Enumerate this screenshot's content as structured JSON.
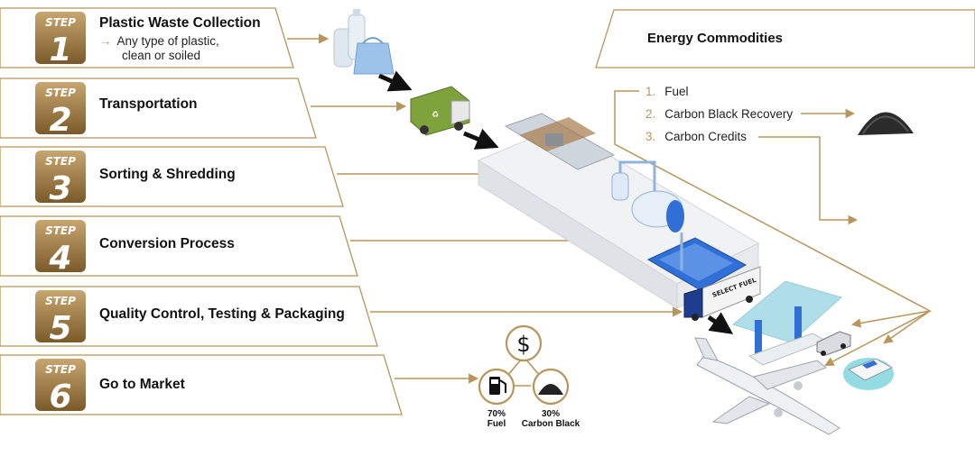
{
  "steps": [
    {
      "word": "STEP",
      "num": "1",
      "title": "Plastic Waste Collection",
      "subtitle_line1": "Any type of plastic,",
      "subtitle_line2": "clean or soiled"
    },
    {
      "word": "STEP",
      "num": "2",
      "title": "Transportation"
    },
    {
      "word": "STEP",
      "num": "3",
      "title": "Sorting & Shredding"
    },
    {
      "word": "STEP",
      "num": "4",
      "title": "Conversion Process"
    },
    {
      "word": "STEP",
      "num": "5",
      "title": "Quality Control, Testing & Packaging"
    },
    {
      "word": "STEP",
      "num": "6",
      "title": "Go to Market"
    }
  ],
  "energy": {
    "title": "Energy Commodities",
    "items": [
      {
        "num": "1.",
        "label": "Fuel"
      },
      {
        "num": "2.",
        "label": "Carbon Black Recovery"
      },
      {
        "num": "3.",
        "label": "Carbon Credits"
      }
    ]
  },
  "market": {
    "fuel_pct": "70%",
    "fuel_label": "Fuel",
    "carbon_pct": "30%",
    "carbon_label": "Carbon Black"
  },
  "truck_brand": "SELECT FUEL",
  "icons": [
    "recycle-bottles-icon",
    "garbage-truck-icon",
    "factory-icon",
    "fuel-tanker-icon",
    "gas-station-icon",
    "car-icon",
    "boat-icon",
    "airplane-icon",
    "carbon-pile-icon",
    "dollar-icon",
    "fuel-pump-icon"
  ],
  "colors": {
    "gold": "#b8955a",
    "gold_dark": "#7a5a2a",
    "blue": "#2f6fd6",
    "teal": "#6fc3d6"
  }
}
